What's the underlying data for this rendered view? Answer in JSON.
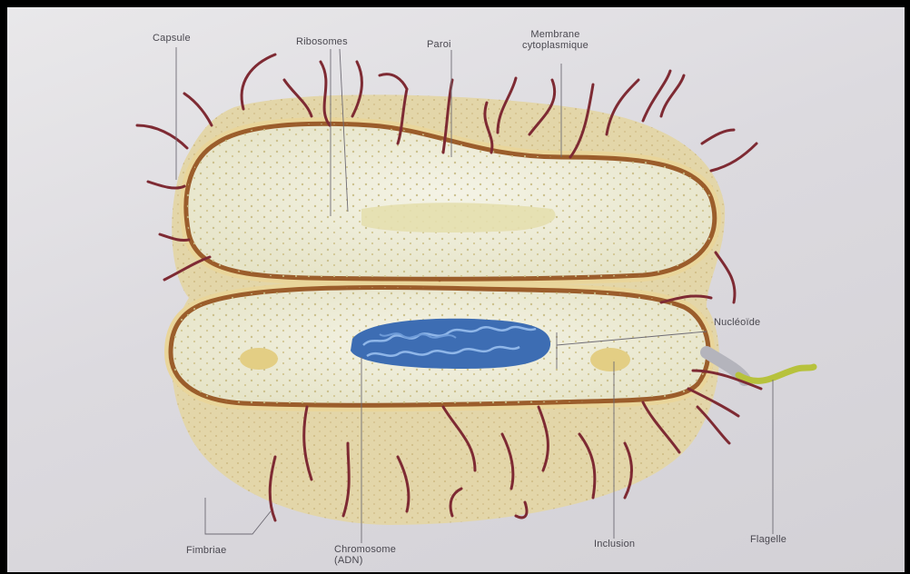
{
  "labels": {
    "capsule": "Capsule",
    "ribosomes": "Ribosomes",
    "paroi": "Paroi",
    "membrane_line1": "Membrane",
    "membrane_line2": "cytoplasmique",
    "nucleoide": "Nucléoïde",
    "fimbriae": "Fimbriae",
    "chromosome_line1": "Chromosome",
    "chromosome_line2": "(ADN)",
    "inclusion": "Inclusion",
    "flagelle": "Flagelle"
  },
  "colors": {
    "capsule": "#e2d3a3",
    "wall": "#a0622e",
    "cytoplasm": "#efeed8",
    "fimbriae": "#7e2a33",
    "chromosome": "#3d6fb5",
    "inclusion": "#e4cf84",
    "flagellum": "#b9c23b"
  }
}
